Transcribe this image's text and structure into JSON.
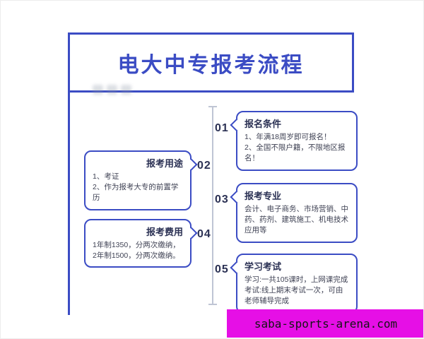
{
  "page": {
    "title": "电大中专报考流程"
  },
  "steps": [
    {
      "number": "01",
      "side": "right",
      "title": "报名条件",
      "lines": [
        "1、年满18周岁即可报名！",
        "2、全国不限户籍，不限地区报名！"
      ]
    },
    {
      "number": "02",
      "side": "left",
      "title": "报考用途",
      "lines": [
        "1、考证",
        "2、作为报考大专的前置学历"
      ]
    },
    {
      "number": "03",
      "side": "right",
      "title": "报考专业",
      "lines": [
        "会计、电子商务、市场营销、中药、药剂、建筑施工、机电技术应用等"
      ]
    },
    {
      "number": "04",
      "side": "left",
      "title": "报考费用",
      "lines": [
        "1年制1350，分两次缴纳，",
        "2年制1500，分两次缴纳。"
      ]
    },
    {
      "number": "05",
      "side": "right",
      "title": "学习考试",
      "lines": [
        "学习:一共105课时，上网课完成",
        "考试:线上期末考试一次，可由老师辅导完成"
      ]
    }
  ],
  "footer": {
    "banner_text": "saba-sports-arena.com"
  },
  "colors": {
    "accent_blue": "#3b4cc4",
    "banner_magenta": "#e60fe6",
    "timeline_gray": "#bfc5d4",
    "heading_ink": "#2b3154",
    "body_text": "#3f4254"
  }
}
